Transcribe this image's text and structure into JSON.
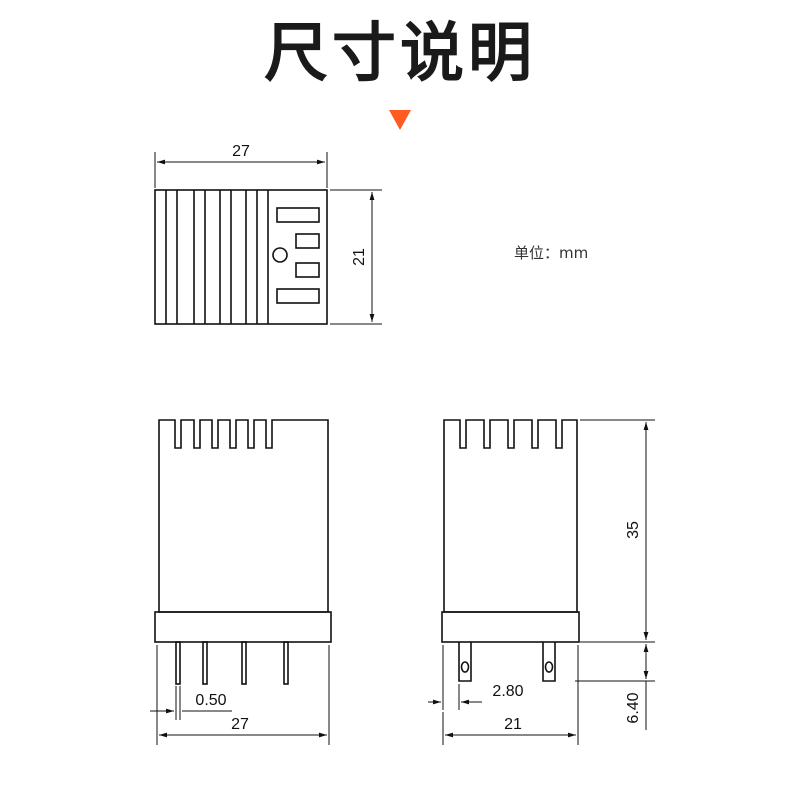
{
  "title": "尺寸说明",
  "unit_label": "单位：mm",
  "dimensions": {
    "top_width": "27",
    "top_height": "21",
    "front_pin_width": "0.50",
    "front_width": "27",
    "side_height": "35",
    "side_pin_spacing": "2.80",
    "side_width": "21",
    "side_pin_length": "6.40"
  },
  "colors": {
    "accent_arrow": "#ff5a1f",
    "line": "#111111"
  }
}
